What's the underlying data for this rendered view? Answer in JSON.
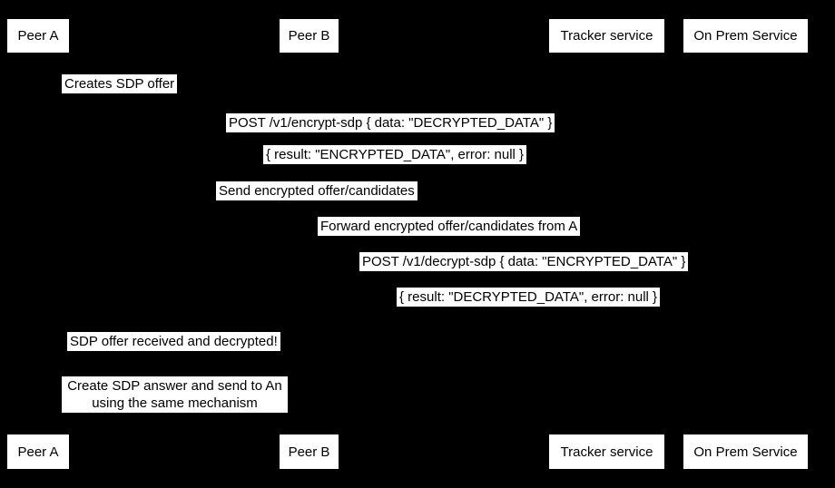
{
  "colors": {
    "background": "#000000",
    "label_background": "#ffffff",
    "label_text": "#000000"
  },
  "participants": [
    {
      "label": "Peer A"
    },
    {
      "label": "Peer B"
    },
    {
      "label": "Tracker service"
    },
    {
      "label": "On Prem Service"
    }
  ],
  "messages": [
    {
      "text": "Creates SDP offer"
    },
    {
      "text": "POST /v1/encrypt-sdp { data: \"DECRYPTED_DATA\" }"
    },
    {
      "text": "{ result: \"ENCRYPTED_DATA\", error: null }"
    },
    {
      "text": "Send encrypted offer/candidates"
    },
    {
      "text": "Forward encrypted offer/candidates from A"
    },
    {
      "text": "POST /v1/decrypt-sdp { data: \"ENCRYPTED_DATA\" }"
    },
    {
      "text": "{ result: \"DECRYPTED_DATA\", error: null }"
    },
    {
      "text": "SDP offer received and decrypted!"
    }
  ],
  "note": {
    "lines": [
      "Create SDP answer and send to An",
      "using the same mechanism"
    ]
  }
}
